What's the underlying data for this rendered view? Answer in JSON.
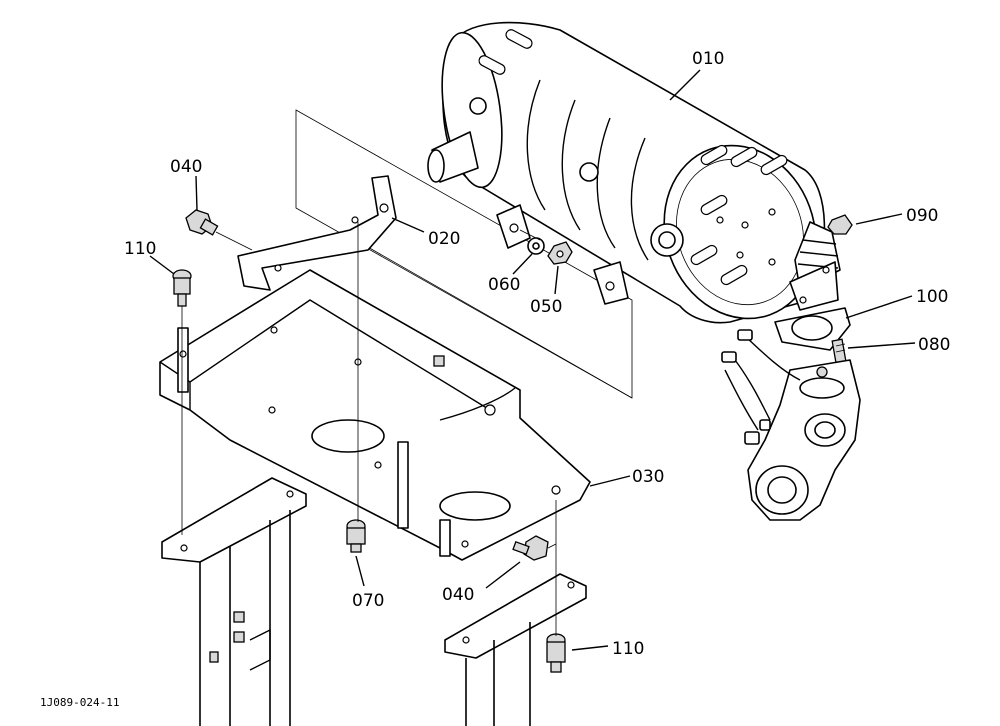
{
  "diagram": {
    "callouts": [
      {
        "id": "010",
        "text": "010"
      },
      {
        "id": "020",
        "text": "020"
      },
      {
        "id": "030",
        "text": "030"
      },
      {
        "id": "040a",
        "text": "040"
      },
      {
        "id": "040b",
        "text": "040"
      },
      {
        "id": "050",
        "text": "050"
      },
      {
        "id": "060",
        "text": "060"
      },
      {
        "id": "070",
        "text": "070"
      },
      {
        "id": "080",
        "text": "080"
      },
      {
        "id": "090",
        "text": "090"
      },
      {
        "id": "100",
        "text": "100"
      },
      {
        "id": "110a",
        "text": "110"
      },
      {
        "id": "110b",
        "text": "110"
      }
    ],
    "document_code": "1J089-024-11"
  }
}
